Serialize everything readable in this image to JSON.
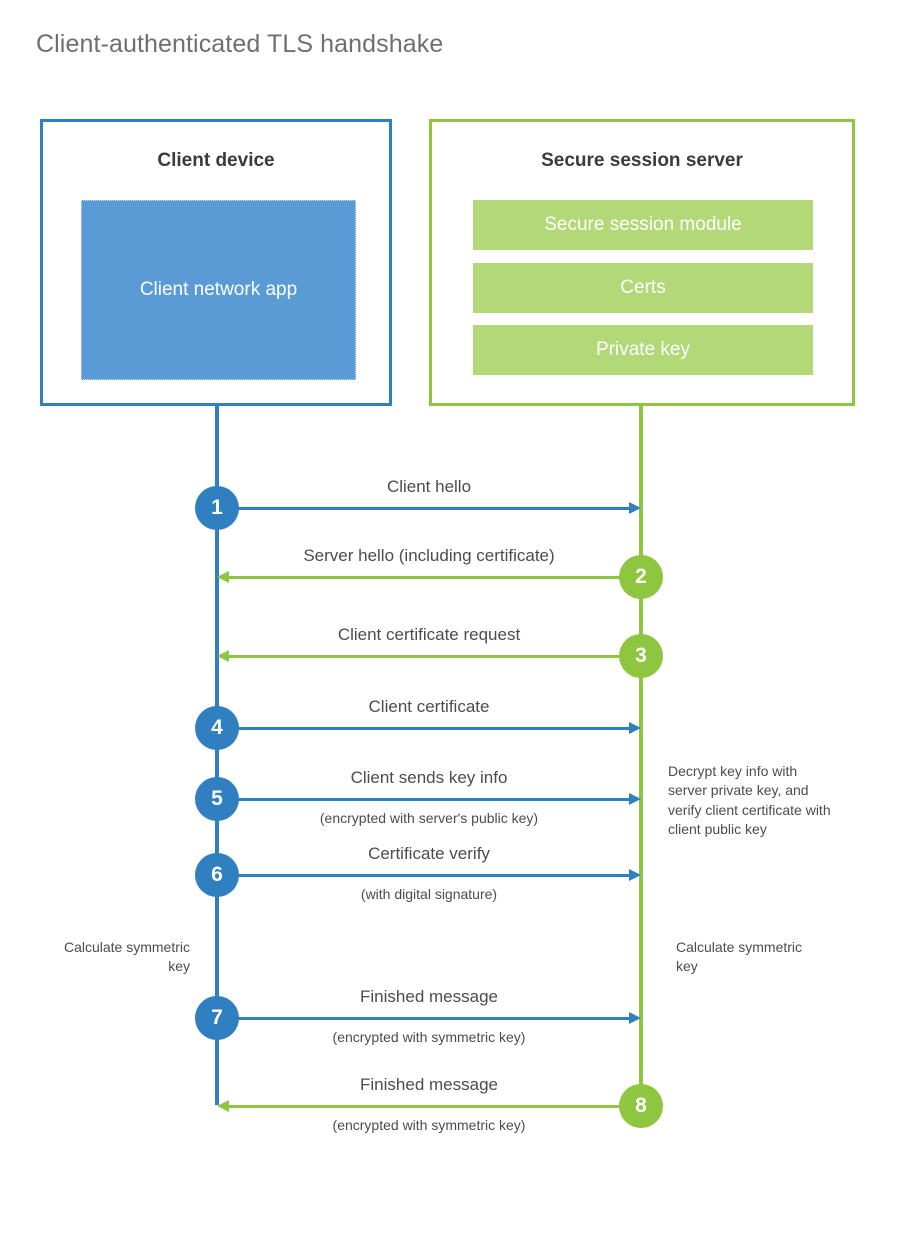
{
  "title": "Client-authenticated TLS handshake",
  "entities": {
    "client": {
      "title": "Client device",
      "app_label": "Client network app",
      "color": "#2f7fc1",
      "app_color": "#5b9bd5"
    },
    "server": {
      "title": "Secure session server",
      "color": "#8ec63f",
      "bar_color": "#b2d877",
      "components": [
        "Secure session module",
        "Certs",
        "Private key"
      ]
    }
  },
  "steps": [
    {
      "number": "1",
      "label": "Client hello",
      "sublabel": "",
      "direction": "to-server",
      "color": "#2f7fc1"
    },
    {
      "number": "2",
      "label": "Server hello (including certificate)",
      "sublabel": "",
      "direction": "to-client",
      "color": "#8ec63f"
    },
    {
      "number": "3",
      "label": "Client certificate request",
      "sublabel": "",
      "direction": "to-client",
      "color": "#8ec63f"
    },
    {
      "number": "4",
      "label": "Client certificate",
      "sublabel": "",
      "direction": "to-server",
      "color": "#2f7fc1"
    },
    {
      "number": "5",
      "label": "Client sends key info",
      "sublabel": "(encrypted with server's public key)",
      "direction": "to-server",
      "color": "#2f7fc1"
    },
    {
      "number": "6",
      "label": "Certificate verify",
      "sublabel": "(with digital signature)",
      "direction": "to-server",
      "color": "#2f7fc1"
    },
    {
      "number": "7",
      "label": "Finished message",
      "sublabel": "(encrypted with symmetric key)",
      "direction": "to-server",
      "color": "#2f7fc1"
    },
    {
      "number": "8",
      "label": "Finished message",
      "sublabel": "(encrypted with symmetric key)",
      "direction": "to-client",
      "color": "#8ec63f"
    }
  ],
  "notes": {
    "server_decrypt": "Decrypt key info with server private key, and verify client certificate with client public key",
    "client_calculate": "Calculate symmetric key",
    "server_calculate": "Calculate symmetric key"
  }
}
